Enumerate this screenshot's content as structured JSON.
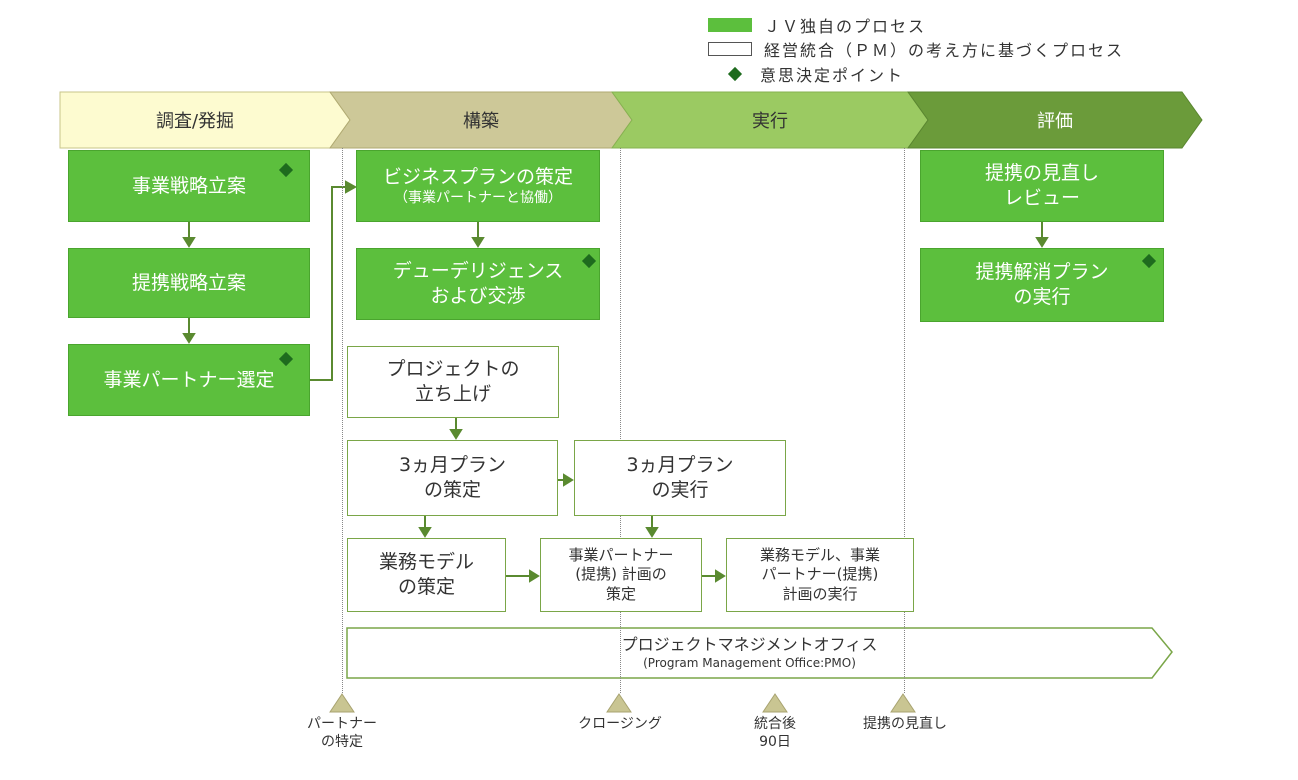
{
  "legend": {
    "jv_process": "ＪＶ独自のプロセス",
    "pmi_process": "経営統合（ＰＭ）の考え方に基づくプロセス",
    "decision_point": "意思決定ポイント"
  },
  "phases": [
    {
      "label": "調査/発掘"
    },
    {
      "label": "構築"
    },
    {
      "label": "実行"
    },
    {
      "label": "評価"
    }
  ],
  "boxes": {
    "biz_strategy": "事業戦略立案",
    "alliance_strategy": "提携戦略立案",
    "partner_selection": "事業パートナー選定",
    "business_plan": "ビジネスプランの策定",
    "business_plan_sub": "（事業パートナーと協働）",
    "dd_line1": "デューデリジェンス",
    "dd_line2": "および交渉",
    "project_launch_1": "プロジェクトの",
    "project_launch_2": "立ち上げ",
    "plan3m_1": "3ヵ月プラン",
    "plan3m_2": "の策定",
    "exec3m_1": "3ヵ月プラン",
    "exec3m_2": "の実行",
    "bizmodel_1": "業務モデル",
    "bizmodel_2": "の策定",
    "partner_plan_1": "事業パートナー",
    "partner_plan_2": "(提携) 計画の",
    "partner_plan_3": "策定",
    "model_exec_1": "業務モデル、事業",
    "model_exec_2": "パートナー(提携)",
    "model_exec_3": "計画の実行",
    "review_1": "提携の見直し",
    "review_2": "レビュー",
    "dissolve_1": "提携解消プラン",
    "dissolve_2": "の実行",
    "pmo_1": "プロジェクトマネジメントオフィス",
    "pmo_2": "(Program Management Office:PMO)"
  },
  "milestones": [
    {
      "line1": "パートナー",
      "line2": "の特定"
    },
    {
      "line1": "クロージング",
      "line2": ""
    },
    {
      "line1": "統合後",
      "line2": "90日"
    },
    {
      "line1": "提携の見直し",
      "line2": ""
    }
  ],
  "colors": {
    "phase1": "#fdfbd0",
    "phase2": "#cdc898",
    "phase3": "#9bca62",
    "phase4": "#6b9b3a",
    "box_green": "#5cbf3d",
    "decision": "#1e6b1e"
  }
}
